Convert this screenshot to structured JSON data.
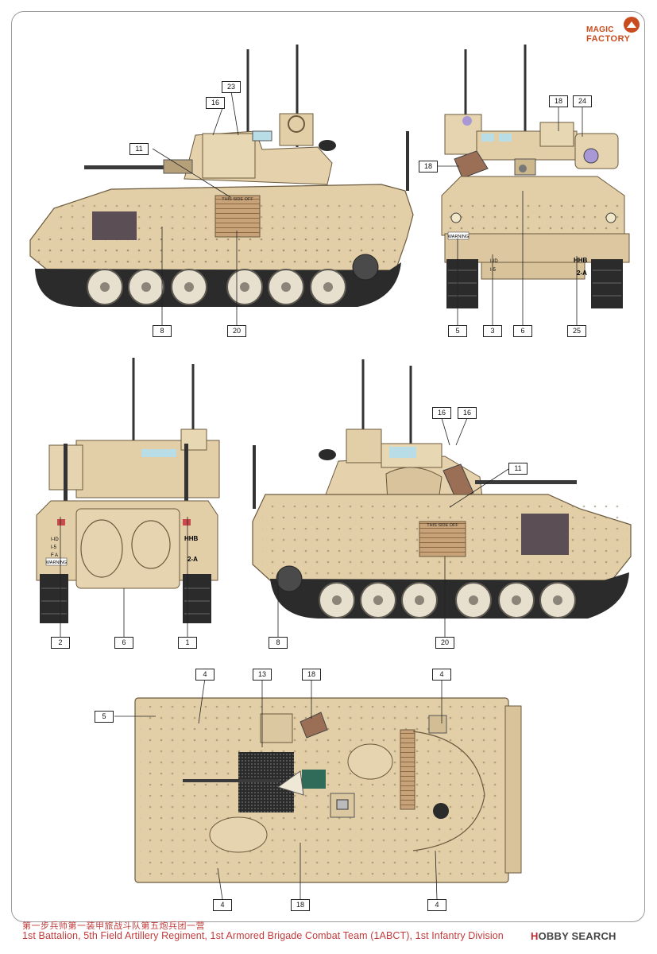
{
  "brand": {
    "line1": "MAGIC",
    "line2": "FACTORY"
  },
  "colors": {
    "tan": "#e2cea7",
    "tan_dark": "#c9b288",
    "track": "#2b2b2b",
    "caption_red": "#c23b3b",
    "logo_orange": "#c84c1e"
  },
  "side_view_right": {
    "callouts": [
      "23",
      "16",
      "11",
      "8",
      "20"
    ],
    "markings": [
      "THIS SIDE OFF"
    ]
  },
  "front_view": {
    "callouts": [
      "18",
      "24",
      "18",
      "5",
      "3",
      "6",
      "25"
    ],
    "markings": [
      "WARNING",
      "I-ID",
      "I-5",
      "HHB",
      "2-A"
    ]
  },
  "rear_view": {
    "callouts": [
      "2",
      "6",
      "1"
    ],
    "markings": [
      "I-ID",
      "I-5",
      "F A",
      "WARNING",
      "HHB",
      "2-A"
    ]
  },
  "side_view_left": {
    "callouts": [
      "16",
      "16",
      "11",
      "8",
      "20"
    ],
    "markings": [
      "THIS SIDE OFF"
    ]
  },
  "top_view": {
    "callouts": [
      "4",
      "13",
      "18",
      "4",
      "5",
      "4",
      "18",
      "4"
    ]
  },
  "caption": {
    "chinese": "第一步兵师第一装甲旅战斗队第五炮兵团一营",
    "english": "1st Battalion, 5th Field Artillery Regiment, 1st Armored Brigade Combat Team (1ABCT), 1st Infantry Division"
  },
  "watermark": {
    "prefix": "H",
    "brand": "OBBY",
    "suffix": " SEARCH"
  }
}
